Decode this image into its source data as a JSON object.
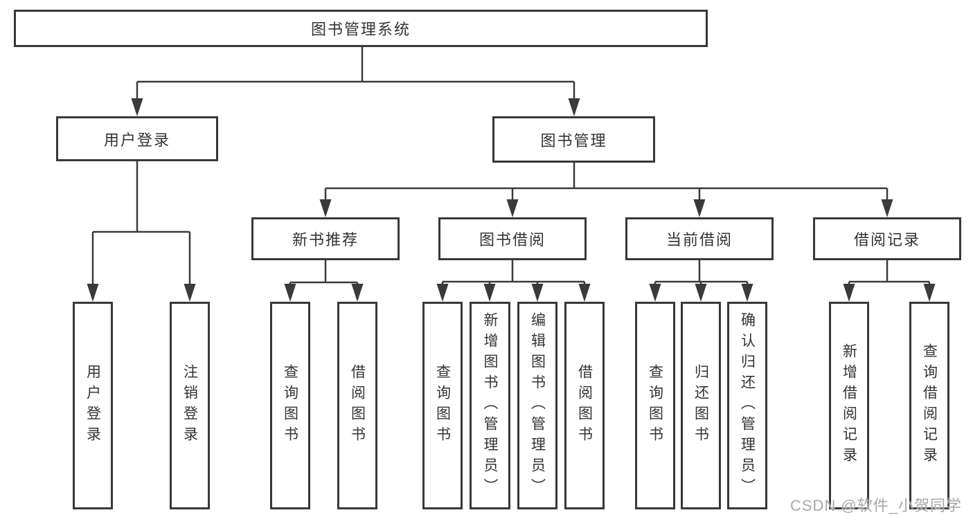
{
  "diagram": {
    "root": {
      "label": "图书管理系统"
    },
    "level2": [
      {
        "label": "用户登录"
      },
      {
        "label": "图书管理"
      }
    ],
    "level3": [
      {
        "label": "新书推荐"
      },
      {
        "label": "图书借阅"
      },
      {
        "label": "当前借阅"
      },
      {
        "label": "借阅记录"
      }
    ],
    "leaves": {
      "user_login": [
        "用户登录",
        "注销登录"
      ],
      "new_book_recommend": [
        "查询图书",
        "借阅图书"
      ],
      "book_borrow": [
        "查询图书",
        "新增图书（管理员）",
        "编辑图书（管理员）",
        "借阅图书"
      ],
      "current_borrow": [
        "查询图书",
        "归还图书",
        "确认归还（管理员）"
      ],
      "borrow_record": [
        "新增借阅记录",
        "查询借阅记录"
      ]
    }
  },
  "watermark": {
    "text": "CSDN @软件_小贺同学"
  },
  "colors": {
    "line": "#3a3a3a",
    "box_border": "#383838",
    "text": "#333333",
    "watermark": "#a8a8a8",
    "background": "#ffffff"
  }
}
